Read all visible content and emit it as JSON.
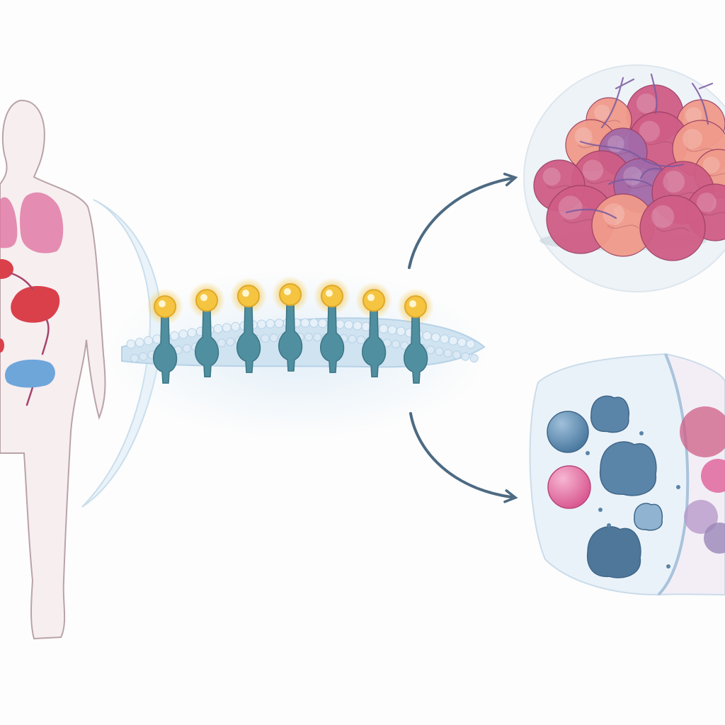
{
  "diagram": {
    "components": {
      "body": "human-body-outline",
      "membrane": "cell-membrane-with-receptors",
      "upper_outcome": "tumor-cell-cluster",
      "lower_outcome": "immune-cell-infiltration"
    },
    "receptor_count": 7,
    "colors": {
      "background": "#fdfdfd",
      "body_fill": "#f7eef0",
      "body_stroke": "#b9a3a8",
      "lungs": "#e07aa6",
      "kidney": "#d9404a",
      "spleen": "#6ea6da",
      "membrane": "#cfe3f1",
      "receptor": "#4f8fa0",
      "ligand": "#f5c542",
      "arrow": "#4d6a82",
      "tumor_pink": "#cf5d86",
      "tumor_salmon": "#f09a8a",
      "tumor_purple": "#a26aa8",
      "immune_blue": "#5a84a8",
      "immune_pink": "#e16fa3"
    }
  }
}
